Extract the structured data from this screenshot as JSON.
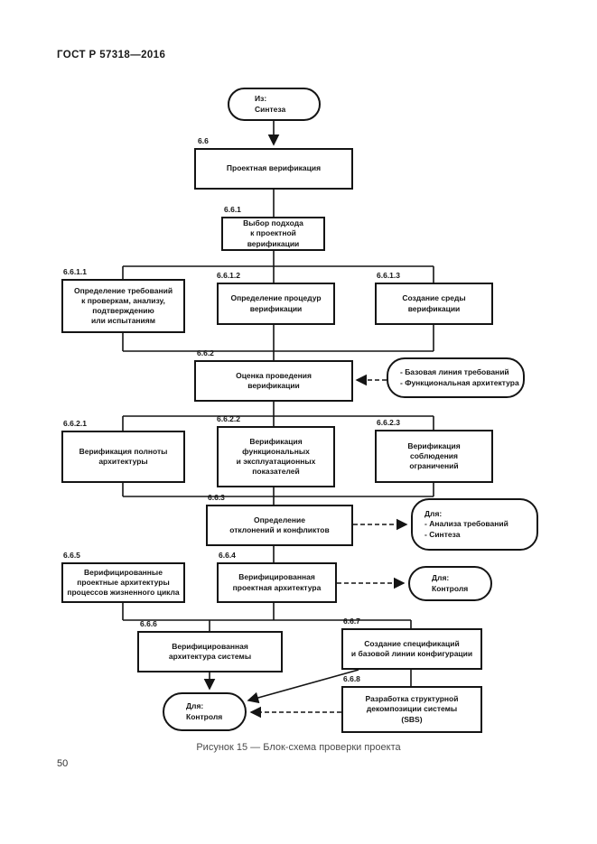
{
  "page": {
    "header": "ГОСТ Р 57318—2016",
    "caption": "Рисунок 15 — Блок-схема проверки проекта",
    "page_number": "50"
  },
  "flowchart": {
    "start": {
      "text": "Из:\nСинтеза"
    },
    "boxes": {
      "b66": {
        "label": "6.6",
        "text": "Проектная верификация"
      },
      "b661": {
        "label": "6.6.1",
        "text": "Выбор подхода\nк проектной\nверификации"
      },
      "b6611": {
        "label": "6.6.1.1",
        "text": "Определение требований\nк проверкам, анализу,\nподтверждению\nили испытаниям"
      },
      "b6612": {
        "label": "6.6.1.2",
        "text": "Определение процедур\nверификации"
      },
      "b6613": {
        "label": "6.6.1.3",
        "text": "Создание среды\nверификации"
      },
      "b662": {
        "label": "6.6.2",
        "text": "Оценка проведения\nверификации"
      },
      "b6621": {
        "label": "6.6.2.1",
        "text": "Верификация полноты\nархитектуры"
      },
      "b6622": {
        "label": "6.6.2.2",
        "text": "Верификация\nфункциональных\nи эксплуатационных\nпоказателей"
      },
      "b6623": {
        "label": "6.6.2.3",
        "text": "Верификация\nсоблюдения\nограничений"
      },
      "b663": {
        "label": "6.6.3",
        "text": "Определение\nотклонений и конфликтов"
      },
      "b664": {
        "label": "6.6.4",
        "text": "Верифицированная\nпроектная архитектура"
      },
      "b665": {
        "label": "6.6.5",
        "text": "Верифицированные\nпроектные архитектуры\nпроцессов жизненного цикла"
      },
      "b666": {
        "label": "6.6.6",
        "text": "Верифицированная\nархитектура системы"
      },
      "b667": {
        "label": "6.6.7",
        "text": "Создание спецификаций\nи базовой линии конфигурации"
      },
      "b668": {
        "label": "6.6.8",
        "text": "Разработка структурной\nдекомпозиции системы\n(SBS)"
      }
    },
    "references": {
      "baseline": {
        "text": "- Базовая линия требований\n- Функциональная архитектура"
      },
      "for_analysis": {
        "text": "Для:\n- Анализа требований\n- Синтеза"
      },
      "for_control_right": {
        "text": "Для:\nКонтроля"
      },
      "for_control_bottom": {
        "text": "Для:\nКонтроля"
      }
    }
  }
}
